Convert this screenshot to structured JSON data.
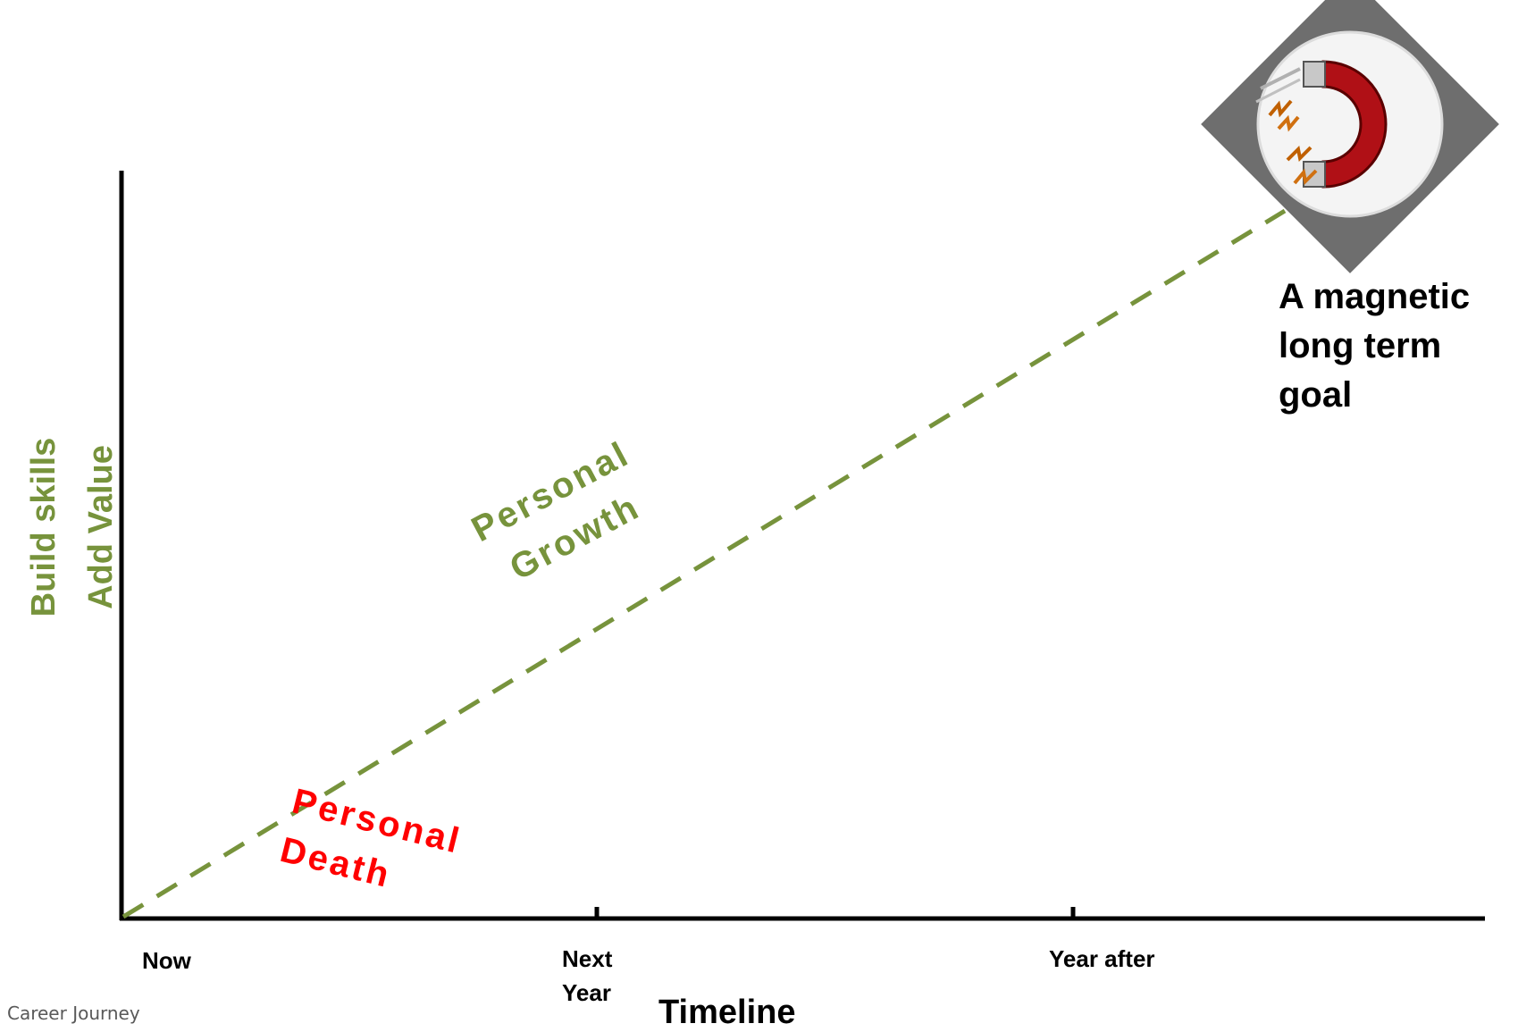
{
  "footer": "Career Journey",
  "axes": {
    "x_title": "Timeline",
    "y_label_line1": "Build skills",
    "y_label_line2": "Add Value",
    "ticks": [
      {
        "label": "Now"
      },
      {
        "label": "Next\nYear"
      },
      {
        "label": "Year after"
      }
    ]
  },
  "growth_line": {
    "label": "Personal\nGrowth",
    "color": "#77933c",
    "style": "dashed"
  },
  "death_label": {
    "text": "Personal\nDeath",
    "color": "#ff0000"
  },
  "goal": {
    "text": "A magnetic\nlong term\ngoal",
    "icon": "magnet-icon"
  }
}
